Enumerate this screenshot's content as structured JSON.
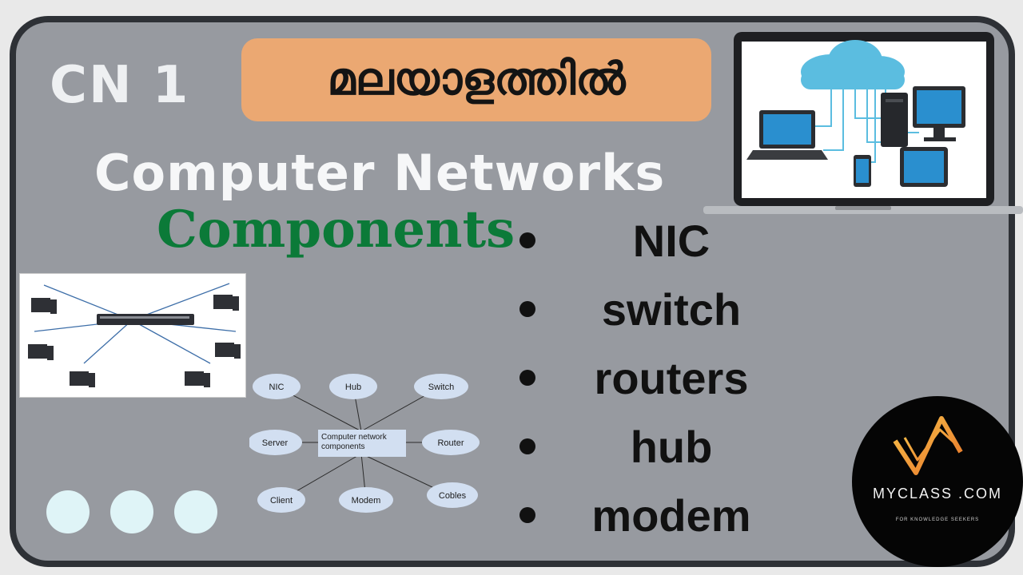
{
  "header": {
    "badge": "CN 1",
    "language_label": "മലയാളത്തിൽ",
    "title": "Computer Networks",
    "subtitle": "Components"
  },
  "bullets": [
    "NIC",
    "switch",
    "routers",
    "hub",
    "modem"
  ],
  "diagram": {
    "center": "Computer network components",
    "nodes": {
      "nic": "NIC",
      "hub": "Hub",
      "switch": "Switch",
      "server": "Server",
      "router": "Router",
      "client": "Client",
      "modem": "Modem",
      "cables": "Cobles"
    }
  },
  "logo": {
    "name": "MYCLASS .COM",
    "tagline": "FOR KNOWLEDGE SEEKERS"
  },
  "colors": {
    "panel": "#979aa0",
    "badge_bg": "#eba872",
    "subtitle": "#0b7a38",
    "dots": "#dff4f7",
    "cloud": "#5bbde0"
  }
}
